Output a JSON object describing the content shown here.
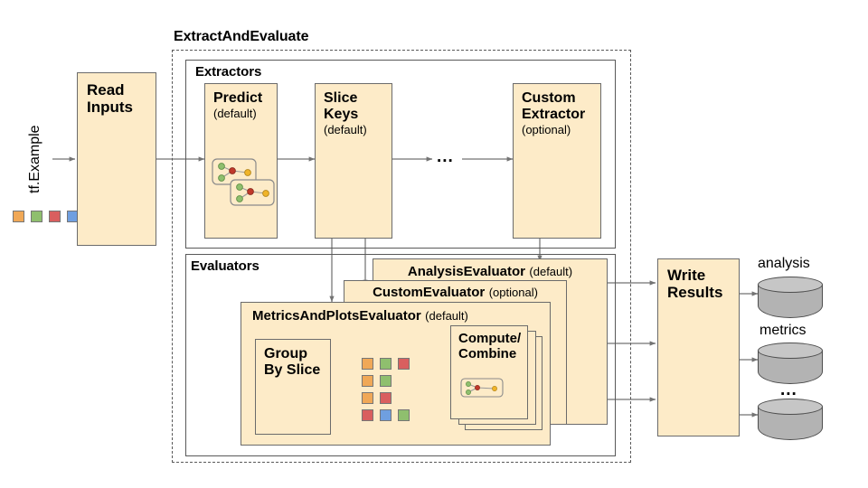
{
  "diagram": {
    "title_text": "tf.Example",
    "pipeline_group": {
      "label": "ExtractAndEvaluate"
    },
    "extractors_group": {
      "label": "Extractors"
    },
    "evaluators_group": {
      "label": "Evaluators"
    },
    "nodes": {
      "read_inputs": {
        "line1": "Read",
        "line2": "Inputs"
      },
      "predict": {
        "line1": "Predict",
        "sub": "(default)"
      },
      "slice_keys": {
        "line1": "Slice",
        "line2": "Keys",
        "sub": "(default)"
      },
      "ellipsis": {
        "text": "..."
      },
      "custom_extractor": {
        "line1": "Custom",
        "line2": "Extractor",
        "sub": "(optional)"
      },
      "analysis_evaluator": {
        "name": "AnalysisEvaluator",
        "sub": "(default)"
      },
      "custom_evaluator": {
        "name": "CustomEvaluator",
        "sub": "(optional)"
      },
      "metrics_evaluator": {
        "name": "MetricsAndPlotsEvaluator",
        "sub": "(default)"
      },
      "group_by_slice": {
        "line1": "Group",
        "line2": "By Slice"
      },
      "compute_combine": {
        "line1": "Compute/",
        "line2": "Combine"
      },
      "write_results": {
        "line1": "Write",
        "line2": "Results"
      }
    },
    "sinks": [
      {
        "label": "analysis"
      },
      {
        "label": "metrics"
      },
      {
        "label": "..."
      }
    ],
    "input_chips": [
      "#f0a857",
      "#8fbf6e",
      "#d95f5f",
      "#6f9fe0"
    ],
    "slice_chip_rows": [
      [
        "#f0a857",
        "#8fbf6e",
        "#d95f5f"
      ],
      [
        "#f0a857",
        "#8fbf6e"
      ],
      [
        "#f0a857",
        "#d95f5f"
      ],
      [
        "#d95f5f",
        "#6f9fe0",
        "#8fbf6e"
      ]
    ],
    "colors": {
      "box_fill": "#fdebc8",
      "box_stroke": "#6b6b6b",
      "group_stroke": "#595959",
      "arrow": "#737373",
      "cylinder_body": "#b3b3b3",
      "cylinder_top": "#c6c6c6",
      "node_green": "#8fbf6e",
      "node_red": "#c0392b",
      "node_yellow": "#f0b429",
      "background": "#ffffff"
    }
  }
}
